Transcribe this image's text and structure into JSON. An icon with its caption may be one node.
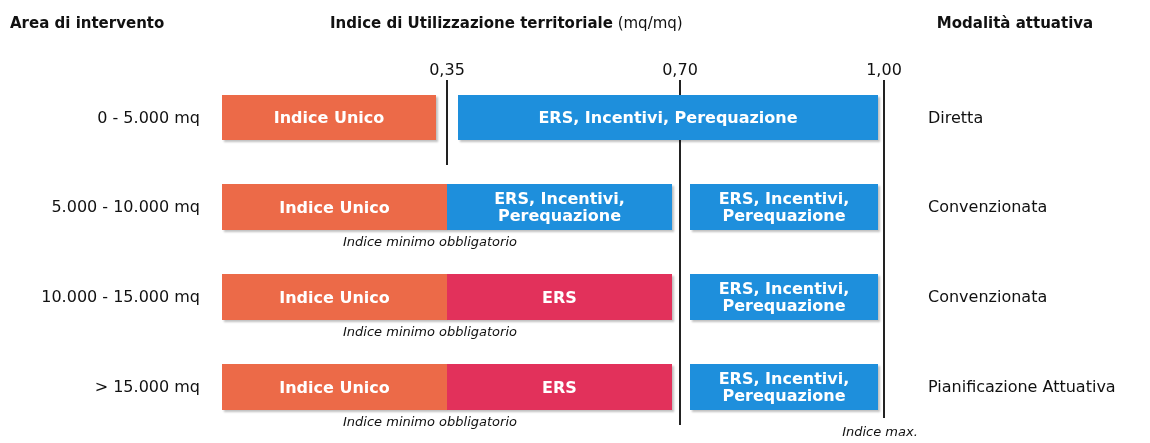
{
  "diagram": {
    "nodes": [
      {
        "text": [
          "Indice Unico"
        ]
      },
      {
        "text": [
          "ERS, Incentivi, Perequazione"
        ]
      },
      {
        "text": [
          "Indice Unico"
        ]
      },
      {
        "text": [
          "ERS, Incentivi, Perequazione"
        ]
      },
      {
        "text": [
          "ERS, Incentivi, Perequazione"
        ]
      },
      {
        "text": [
          "Indice Unico"
        ]
      },
      {
        "text": [
          "ERS"
        ]
      },
      {
        "text": [
          "ERS, Incentivi, Perequazione"
        ]
      },
      {
        "text": [
          "Indice Unico"
        ]
      },
      {
        "text": [
          "ERS"
        ]
      },
      {
        "text": [
          "ERS, Incentivi, Perequazione"
        ]
      }
    ],
    "edges": [],
    "labels": [
      "Area di intervento",
      "**Indice di Utilizzazione territoriale** (mq/mq)",
      "Modalità attuativa",
      "0,35",
      "0,70",
      "1,00",
      "0 - 5.000 mq",
      "Diretta",
      "5.000 - 10.000 mq",
      "Convenzionata",
      "Indice minimo obbligatorio",
      "10.000 - 15.000 mq",
      "Convenzionata",
      "Indice minimo obbligatorio",
      "> 15.000 mq",
      "Pianificazione Attuativa",
      "Indice minimo obbligatorio",
      "Indice max."
    ]
  }
}
